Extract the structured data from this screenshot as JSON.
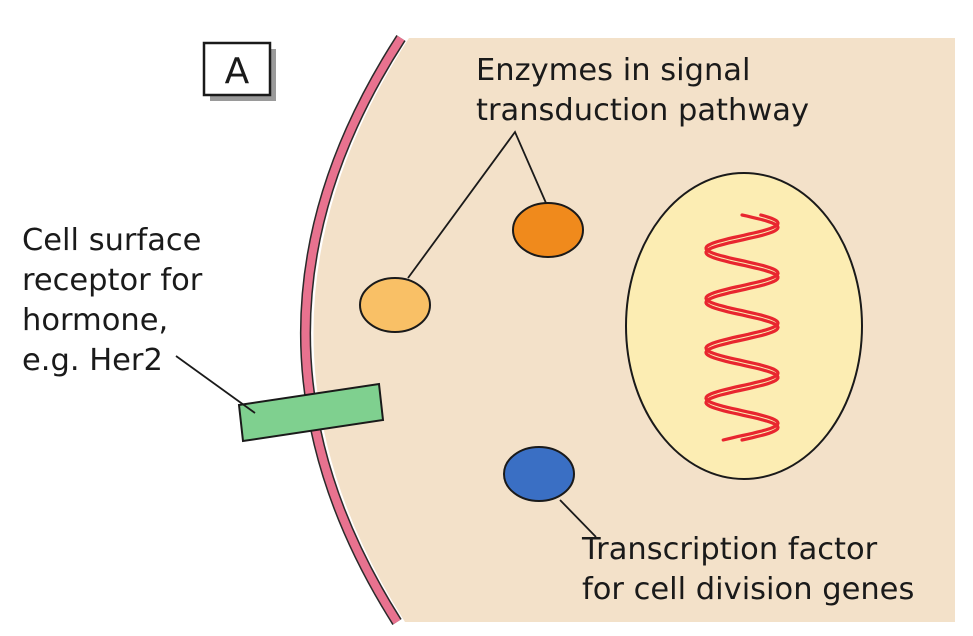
{
  "panel_label": "A",
  "labels": {
    "enzymes": [
      "Enzymes in signal",
      "transduction pathway"
    ],
    "receptor": [
      "Cell surface",
      "receptor for",
      "hormone,",
      "e.g. Her2"
    ],
    "transcription": [
      "Transcription factor",
      "for cell division genes"
    ]
  },
  "colors": {
    "cytoplasm": "#f3e1c9",
    "membrane": "#e8728f",
    "nucleus": "#fcedb3",
    "dna": "#e8262f",
    "enzyme_light": "#f9c066",
    "enzyme_dark": "#f08a1c",
    "transcription_factor": "#3a6fc4",
    "receptor": "#7fd08f",
    "panel_shadow": "#9a9a9a"
  }
}
